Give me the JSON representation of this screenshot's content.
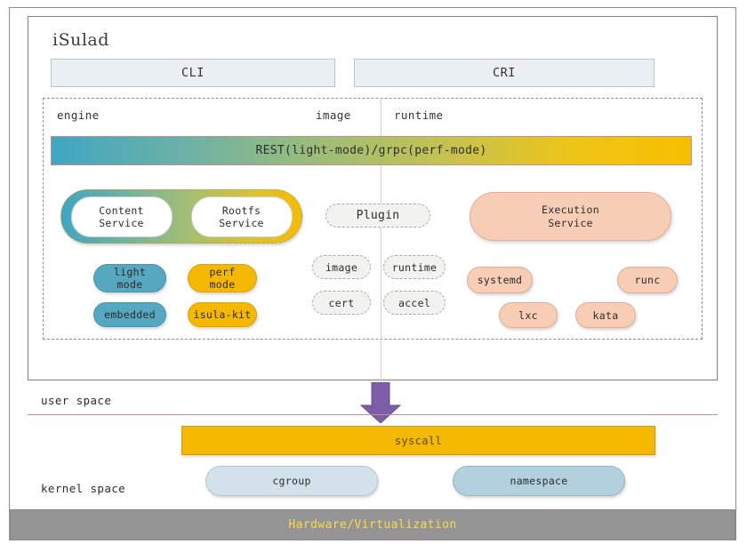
{
  "diagram": {
    "title": "iSulad",
    "top_interfaces": [
      {
        "id": "cli",
        "label": "CLI"
      },
      {
        "id": "cri",
        "label": "CRI"
      }
    ],
    "column_labels": {
      "engine": "engine",
      "image": "image",
      "runtime": "runtime"
    },
    "rest_bar": {
      "label": "REST(light-mode)/grpc(perf-mode)",
      "gradient_from": "#3fa6c2",
      "gradient_to": "#f7bf00"
    },
    "service_pill": {
      "items": [
        {
          "line1": "Content",
          "line2": "Service"
        },
        {
          "line1": "Rootfs",
          "line2": "Service"
        }
      ]
    },
    "engine_modes": [
      {
        "id": "light",
        "line1": "light",
        "line2": "mode",
        "color": "#56a7c0"
      },
      {
        "id": "perf",
        "line1": "perf",
        "line2": "mode",
        "color": "#f5b800"
      },
      {
        "id": "embedded",
        "line1": "embedded",
        "line2": "",
        "color": "#56a7c0"
      },
      {
        "id": "isulakit",
        "line1": "isula-kit",
        "line2": "",
        "color": "#f5b800"
      }
    ],
    "plugins": {
      "header": "Plugin",
      "items": [
        {
          "id": "image",
          "label": "image"
        },
        {
          "id": "runtime",
          "label": "runtime"
        },
        {
          "id": "cert",
          "label": "cert"
        },
        {
          "id": "accel",
          "label": "accel"
        }
      ]
    },
    "execution_service": {
      "line1": "Execution",
      "line2": "Service",
      "color": "#f8cdb6"
    },
    "runtimes": [
      {
        "id": "systemd",
        "label": "systemd"
      },
      {
        "id": "runc",
        "label": "runc"
      },
      {
        "id": "lxc",
        "label": "lxc"
      },
      {
        "id": "kata",
        "label": "kata"
      }
    ],
    "spaces": {
      "user": "user space",
      "kernel": "kernel space"
    },
    "arrow": {
      "name": "down-arrow-icon",
      "color": "#7b5ea7"
    },
    "syscall": {
      "label": "syscall",
      "color": "#f5b800"
    },
    "kernel_objects": [
      {
        "id": "cgroup",
        "label": "cgroup",
        "color": "#d3e2ea"
      },
      {
        "id": "namespace",
        "label": "namespace",
        "color": "#b3d1dd"
      }
    ],
    "hardware": {
      "label": "Hardware/Virtualization",
      "bg": "#949494",
      "text_color": "#ffd84d"
    }
  }
}
